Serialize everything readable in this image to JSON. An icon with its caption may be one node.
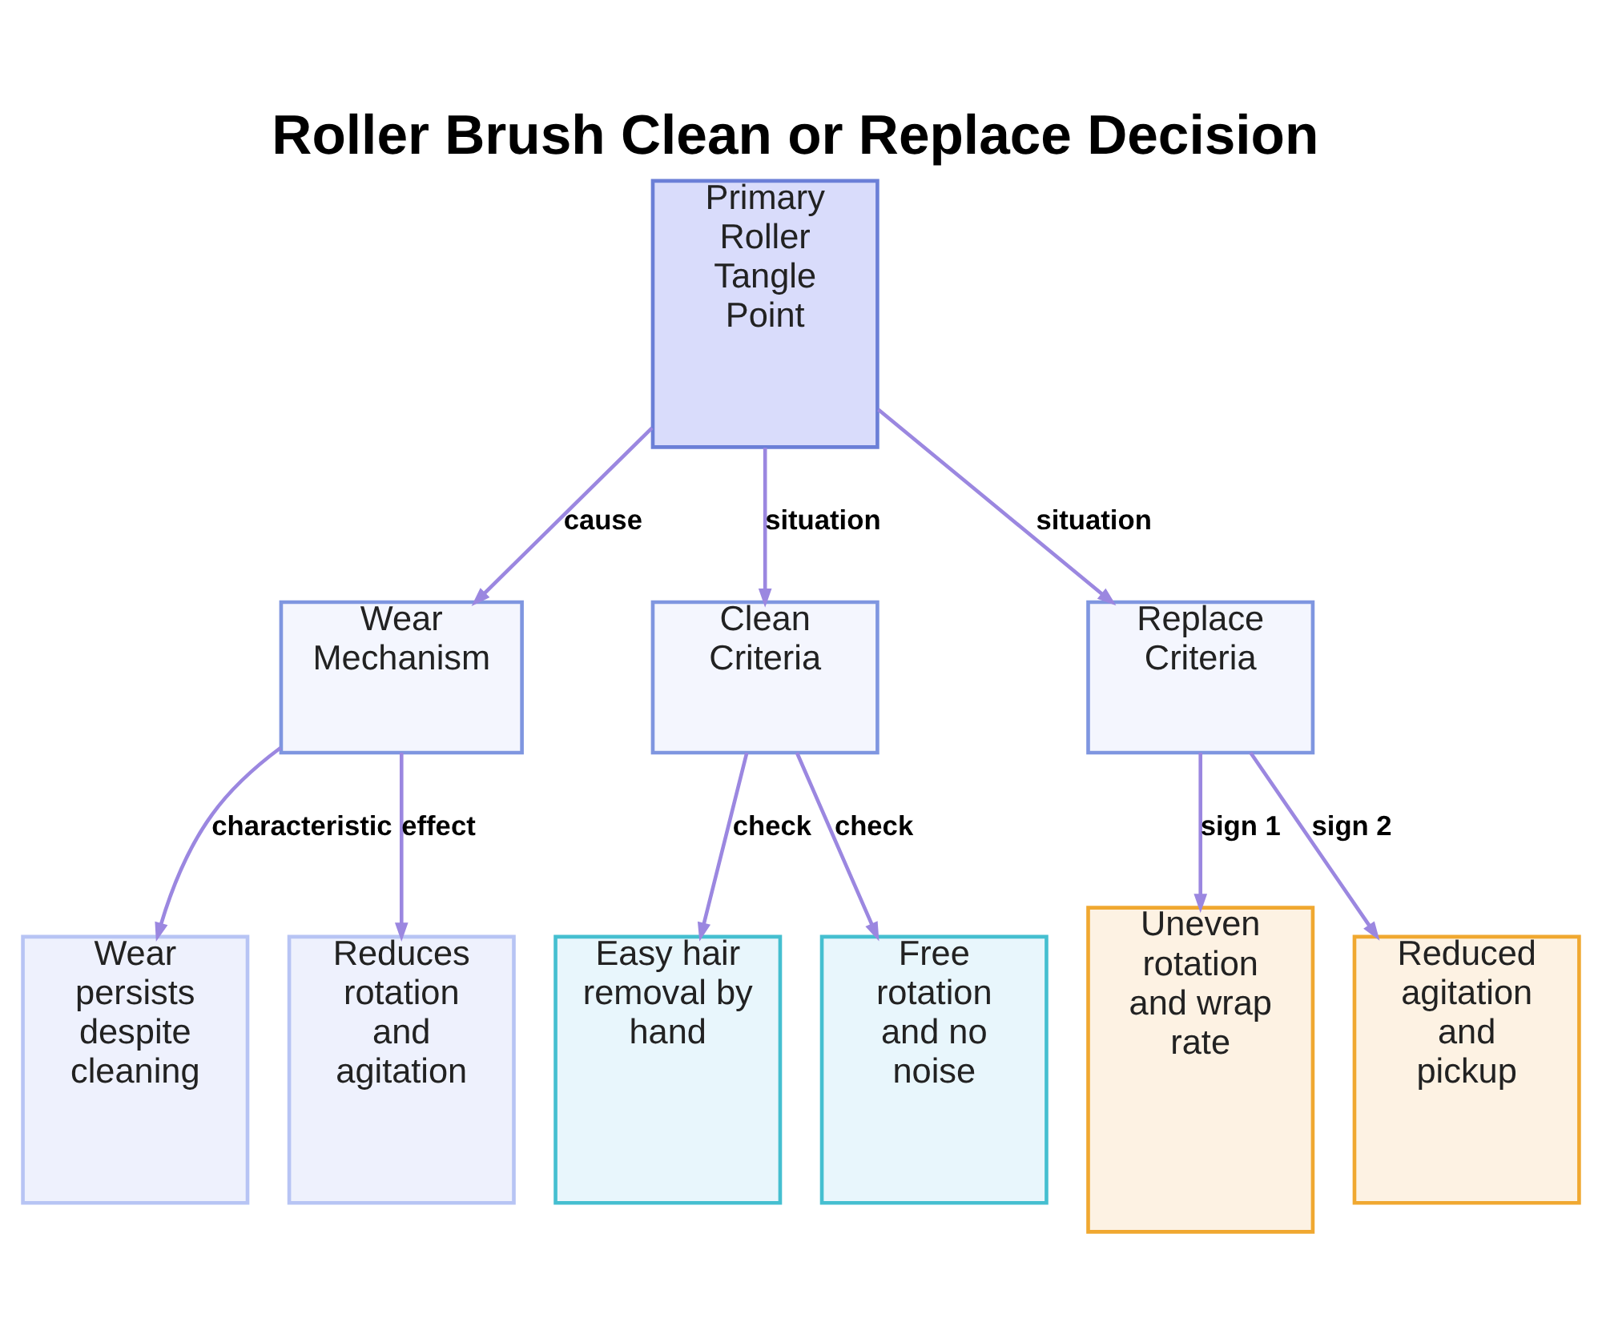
{
  "diagram": {
    "title": "Roller Brush Clean or Replace Decision",
    "nodes": [
      {
        "text": [
          "Primary Roller Tangle Point"
        ]
      },
      {
        "text": [
          "Wear Mechanism"
        ]
      },
      {
        "text": [
          "Clean Criteria"
        ]
      },
      {
        "text": [
          "Replace Criteria"
        ]
      },
      {
        "text": [
          "Wear persists despite cleaning"
        ]
      },
      {
        "text": [
          "Reduces rotation and agitation"
        ]
      },
      {
        "text": [
          "Easy hair removal by hand"
        ]
      },
      {
        "text": [
          "Free rotation and no noise"
        ]
      },
      {
        "text": [
          "Uneven rotation and wrap rate"
        ]
      },
      {
        "text": [
          "Reduced agitation and pickup"
        ]
      }
    ],
    "edges": [
      {
        "from": 0,
        "to": 1,
        "arrow": "to",
        "label": "cause"
      },
      {
        "from": 0,
        "to": 2,
        "arrow": "to",
        "label": "situation"
      },
      {
        "from": 0,
        "to": 3,
        "arrow": "to",
        "label": "situation"
      },
      {
        "from": 1,
        "to": 4,
        "arrow": "to",
        "label": "characteristic"
      },
      {
        "from": 1,
        "to": 5,
        "arrow": "to",
        "label": "effect"
      },
      {
        "from": 2,
        "to": 6,
        "arrow": "to",
        "label": "check"
      },
      {
        "from": 2,
        "to": 7,
        "arrow": "to",
        "label": "check"
      },
      {
        "from": 3,
        "to": 8,
        "arrow": "to",
        "label": "sign 1"
      },
      {
        "from": 3,
        "to": 9,
        "arrow": "to",
        "label": "sign 2"
      }
    ]
  }
}
